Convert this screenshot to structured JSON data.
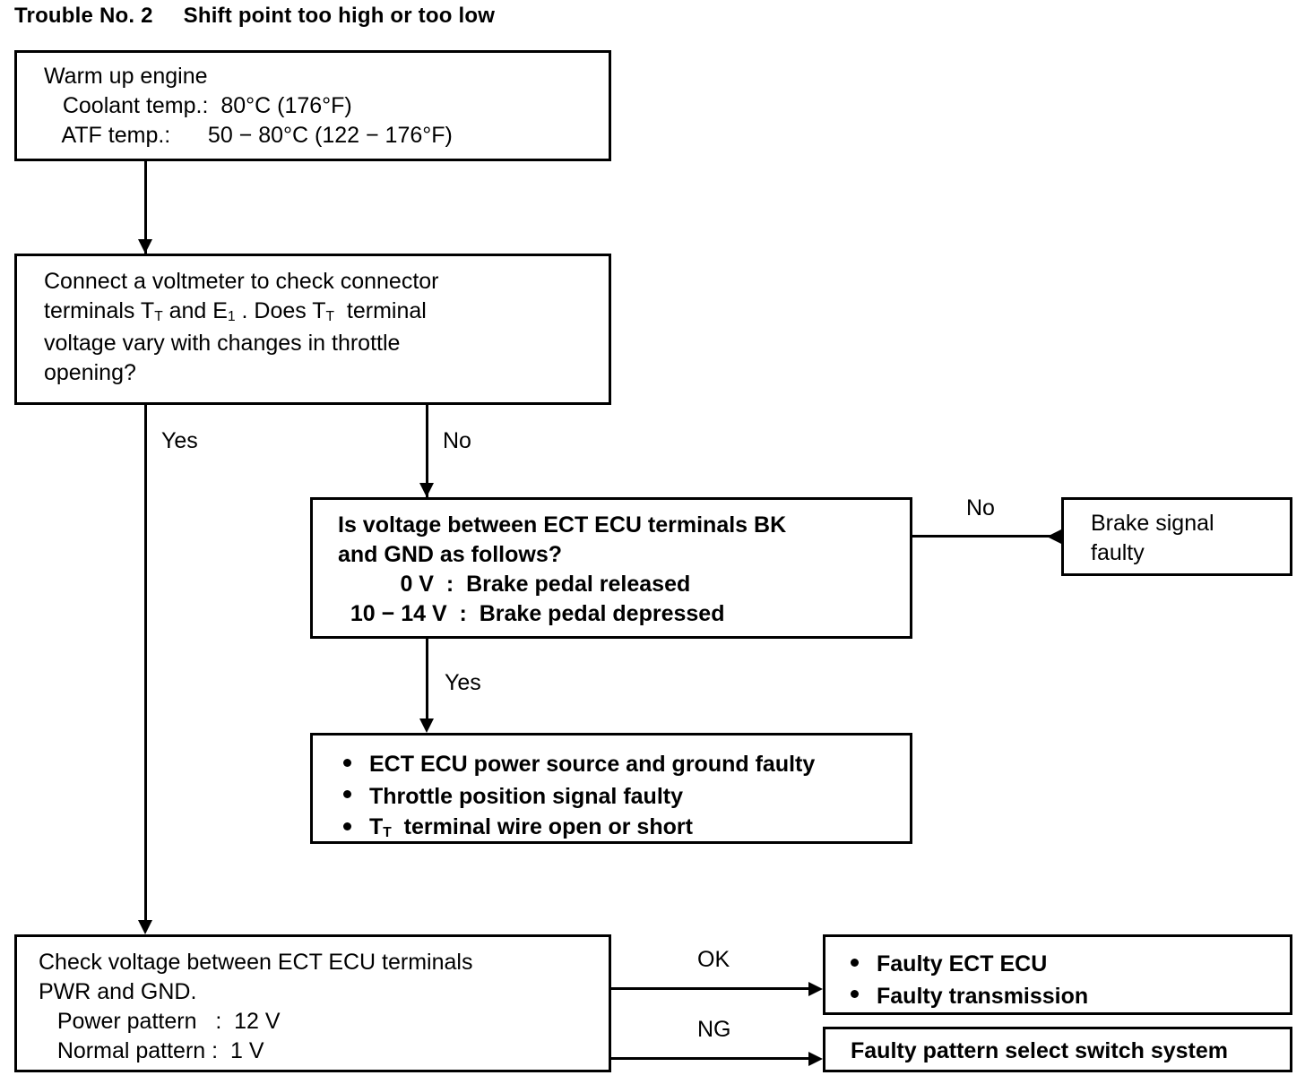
{
  "diagram": {
    "title_prefix": "Trouble No. 2",
    "title_text": "Shift point too high or too low",
    "type": "troubleshooting-flowchart"
  },
  "boxes": {
    "warm_up": {
      "line1": "Warm up engine",
      "line2": "   Coolant temp.:  80°C (176°F)",
      "line3": "   ATF temp.:      50 − 80°C (122 − 176°F)"
    },
    "voltmeter_check": {
      "line1": "Connect a voltmeter to check connector",
      "line2_a": "terminals T",
      "line2_sub1": "T",
      "line2_b": " and E",
      "line2_sub2": "1",
      "line2_c": " . Does T",
      "line2_sub3": "T",
      "line2_d": "  terminal",
      "line3": "voltage vary with changes in throttle",
      "line4": "opening?"
    },
    "ect_ecu_voltage": {
      "line1": "Is voltage between ECT ECU terminals BK",
      "line2": "and GND as follows?",
      "line3": "          0 V  :  Brake pedal released",
      "line4": "  10 − 14 V  :  Brake pedal depressed"
    },
    "brake_signal_faulty": {
      "line1": "Brake signal",
      "line2": "faulty"
    },
    "faulty_list": {
      "item1_a": "ECT ECU power source and ground faulty",
      "item2_a": "Throttle position signal faulty",
      "item3_a": "T",
      "item3_sub": "T",
      "item3_b": "  terminal wire open or short"
    },
    "check_voltage_pwr": {
      "line1": "Check voltage between ECT ECU terminals",
      "line2": "PWR and GND.",
      "line3": "   Power pattern   :  12 V",
      "line4": "   Normal pattern :  1 V"
    },
    "faulty_ecu_list": {
      "item1": "Faulty ECT ECU",
      "item2": "Faulty transmission"
    },
    "faulty_switch": {
      "line1": "Faulty pattern select switch system"
    }
  },
  "edge_labels": {
    "yes_left": "Yes",
    "no_down": "No",
    "no_right": "No",
    "yes_down": "Yes",
    "ok": "OK",
    "ng": "NG"
  },
  "colors": {
    "ink": "#000000",
    "paper": "#ffffff"
  }
}
